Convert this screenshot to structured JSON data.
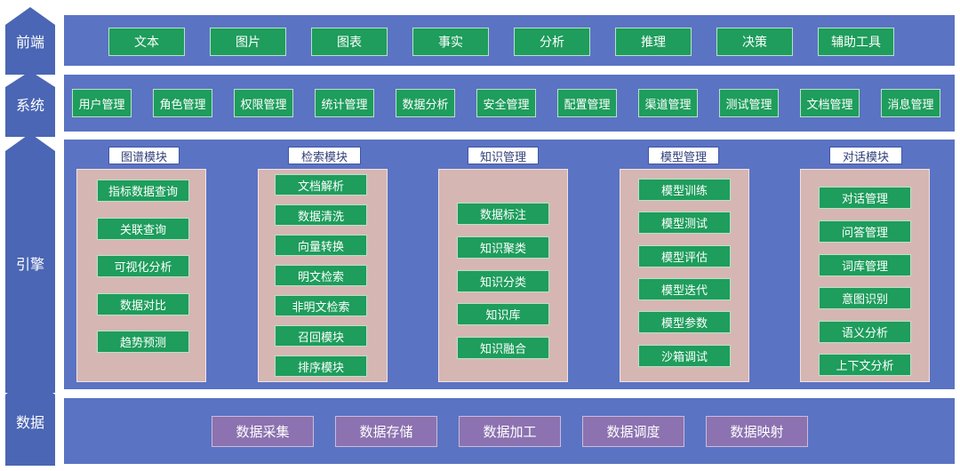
{
  "layers": {
    "frontend": {
      "label": "前端",
      "items": [
        "文本",
        "图片",
        "图表",
        "事实",
        "分析",
        "推理",
        "决策",
        "辅助工具"
      ]
    },
    "system": {
      "label": "系统",
      "items": [
        "用户管理",
        "角色管理",
        "权限管理",
        "统计管理",
        "数据分析",
        "安全管理",
        "配置管理",
        "渠道管理",
        "测试管理",
        "文档管理",
        "消息管理"
      ]
    },
    "engine": {
      "label": "引擎",
      "modules": [
        {
          "title": "图谱模块",
          "items": [
            "指标数据查询",
            "关联查询",
            "可视化分析",
            "数据对比",
            "趋势预测"
          ]
        },
        {
          "title": "检索模块",
          "items": [
            "文档解析",
            "数据清洗",
            "向量转换",
            "明文检索",
            "非明文检索",
            "召回模块",
            "排序模块"
          ]
        },
        {
          "title": "知识管理",
          "items": [
            "数据标注",
            "知识聚类",
            "知识分类",
            "知识库",
            "知识融合"
          ]
        },
        {
          "title": "模型管理",
          "items": [
            "模型训练",
            "模型测试",
            "模型评估",
            "模型迭代",
            "模型参数",
            "沙箱调试"
          ]
        },
        {
          "title": "对话模块",
          "items": [
            "对话管理",
            "问答管理",
            "词库管理",
            "意图识别",
            "语义分析",
            "上下文分析"
          ]
        }
      ]
    },
    "data": {
      "label": "数据",
      "items": [
        "数据采集",
        "数据存储",
        "数据加工",
        "数据调度",
        "数据映射"
      ]
    }
  },
  "colors": {
    "panel": "#5b73c3",
    "label_arrow": "#4a66b4",
    "green_button": "#1e9d5c",
    "purple_button": "#8c72b0",
    "module_box": "#d6b6b2"
  }
}
